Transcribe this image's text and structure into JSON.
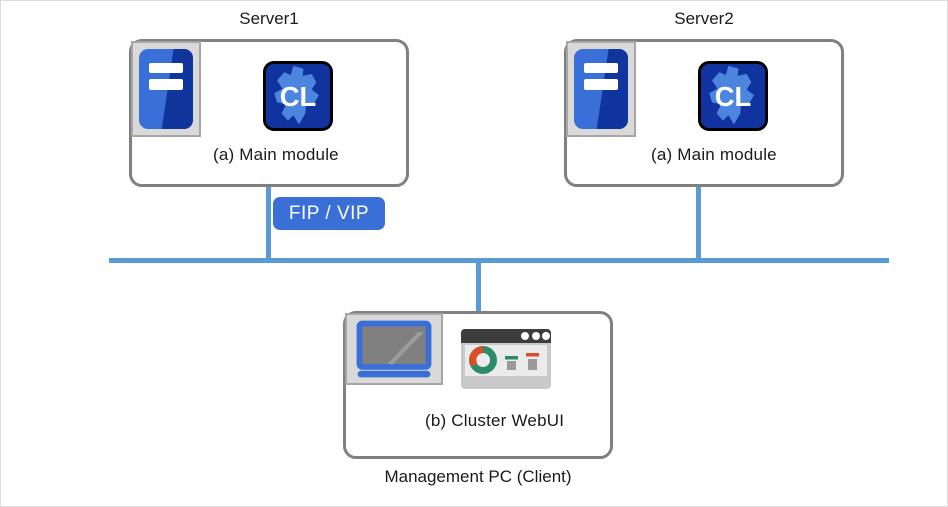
{
  "diagram": {
    "background_color": "#ffffff",
    "line_color": "#5b9bd5",
    "box_border_color": "#808080",
    "accent_blue": "#3a6fd8"
  },
  "nodes": {
    "server1": {
      "title": "Server1",
      "module_label": "(a) Main module",
      "server_icon_name": "server-rack-icon",
      "module_icon_text": "CL"
    },
    "server2": {
      "title": "Server2",
      "module_label": "(a) Main module",
      "server_icon_name": "server-rack-icon",
      "module_icon_text": "CL"
    },
    "management_pc": {
      "title": "Management PC (Client)",
      "module_label": "(b) Cluster WebUI",
      "pc_icon_name": "desktop-monitor-icon",
      "webui_icon_name": "browser-dashboard-icon"
    }
  },
  "labels": {
    "fip_vip": "FIP / VIP"
  }
}
